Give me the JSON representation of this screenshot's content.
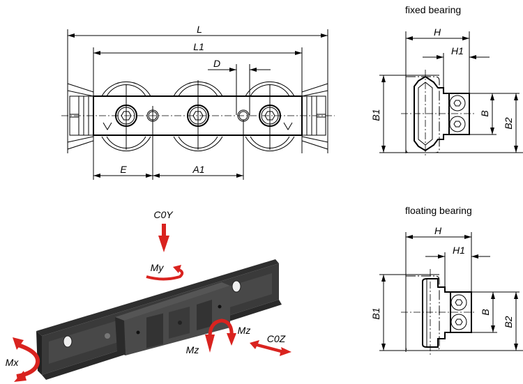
{
  "top_view": {
    "dimensions": {
      "L": "L",
      "L1": "L1",
      "D": "D",
      "E": "E",
      "A1": "A1"
    }
  },
  "fixed_bearing": {
    "title": "fixed bearing",
    "dimensions": {
      "H": "H",
      "H1": "H1",
      "B1": "B1",
      "B": "B",
      "B2": "B2"
    }
  },
  "floating_bearing": {
    "title": "floating bearing",
    "dimensions": {
      "H": "H",
      "H1": "H1",
      "B1": "B1",
      "B": "B",
      "B2": "B2"
    }
  },
  "load_diagram": {
    "labels": {
      "C0Y": "C0Y",
      "My": "My",
      "Mz_right": "Mz",
      "Mz_left": "Mz",
      "C0Z": "C0Z",
      "Mx": "Mx"
    },
    "colors": {
      "arrow": "#d9231f",
      "rail": "#3a3a3a",
      "carriage": "#4a4a4a"
    }
  }
}
